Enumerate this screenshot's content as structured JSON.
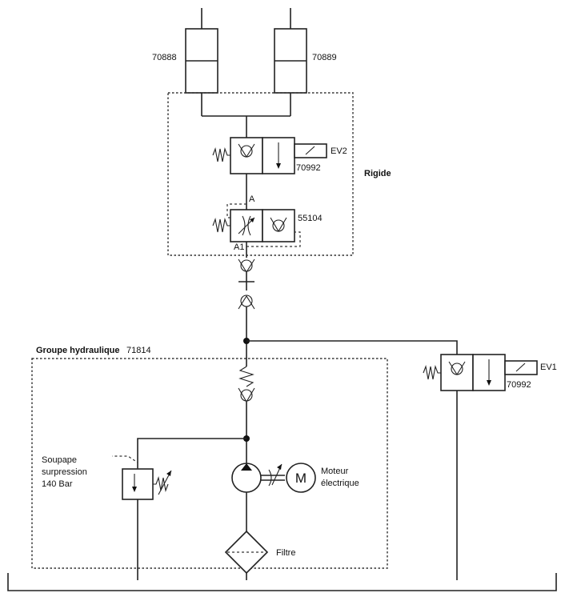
{
  "cylinders": {
    "left_code": "70888",
    "right_code": "70889"
  },
  "rigide_block": {
    "title": "Rigide",
    "valve_ev2_tag": "EV2",
    "valve_ev2_code": "70992",
    "flow_valve_code": "55104",
    "port_a": "A",
    "port_a1": "A1"
  },
  "groupe": {
    "title_bold": "Groupe hydraulique",
    "title_code": "71814",
    "relief_line1": "Soupape",
    "relief_line2": "surpression",
    "relief_line3": "140 Bar",
    "motor_line1": "Moteur",
    "motor_line2": "électrique",
    "motor_symbol": "M",
    "filter_label": "Filtre"
  },
  "valve_ev1": {
    "tag": "EV1",
    "code": "70992"
  }
}
